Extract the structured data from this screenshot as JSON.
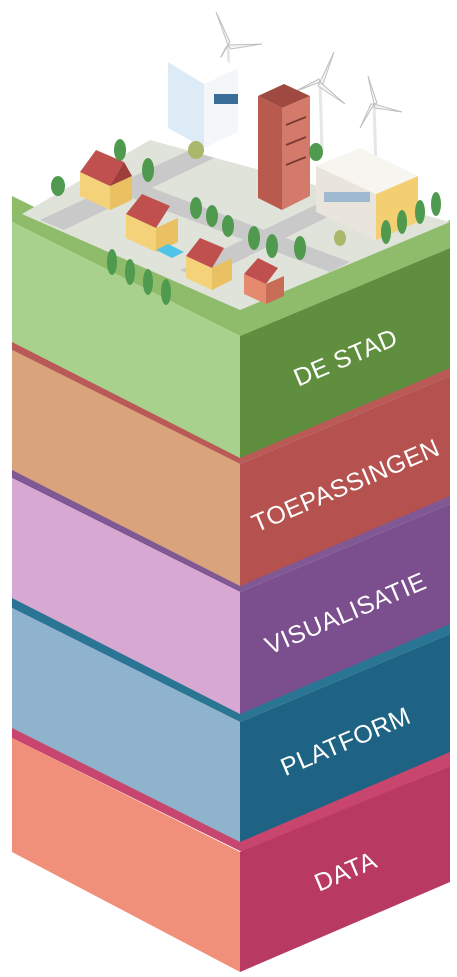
{
  "diagram": {
    "layers": [
      {
        "id": "de-stad",
        "label": "DE STAD",
        "front_color": "#a9d18e",
        "side_color": "#5f8f3e",
        "top_color": "#8fbc6a"
      },
      {
        "id": "toepassingen",
        "label": "TOEPASSINGEN",
        "front_color": "#d9a37c",
        "side_color": "#b5514e",
        "top_color": "#b95a57"
      },
      {
        "id": "visualisatie",
        "label": "VISUALISATIE",
        "front_color": "#d6a8d2",
        "side_color": "#7b4f8e",
        "top_color": "#7f5894"
      },
      {
        "id": "platform",
        "label": "PLATFORM",
        "front_color": "#8fb3cc",
        "side_color": "#1e6383",
        "top_color": "#2a7593"
      },
      {
        "id": "data",
        "label": "DATA",
        "front_color": "#f0907a",
        "side_color": "#b83a62",
        "top_color": "#c8456d"
      }
    ],
    "city": {
      "road_color": "#c9c9c9",
      "tree_color": "#4f9a4e",
      "house_roof_color": "#c0504d",
      "house_wall_color": "#f4d27a",
      "tower_color": "#b85a4e",
      "office_color": "#e9e4dc",
      "turbine_color": "#f2f2f2"
    }
  }
}
